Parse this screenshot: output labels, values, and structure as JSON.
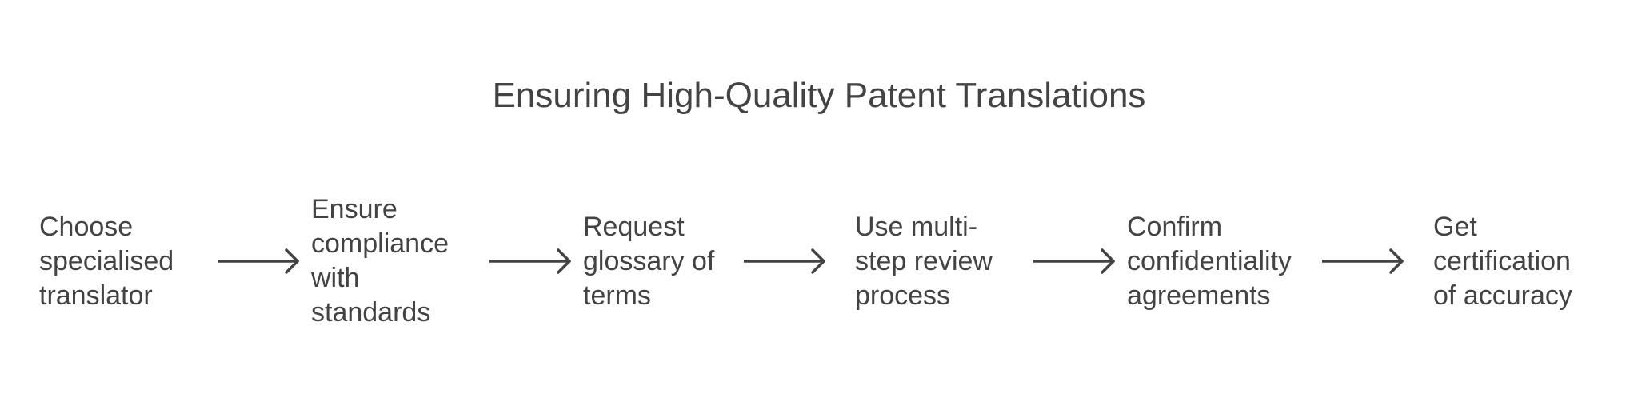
{
  "diagram": {
    "title": "Ensuring High-Quality Patent Translations",
    "steps": [
      {
        "label": "Choose\nspecialised\ntranslator"
      },
      {
        "label": "Ensure\ncompliance\nwith\nstandards"
      },
      {
        "label": "Request\nglossary of\nterms"
      },
      {
        "label": "Use multi-\nstep review\nprocess"
      },
      {
        "label": "Confirm\nconfidentiality\nagreements"
      },
      {
        "label": "Get\ncertification\nof accuracy"
      }
    ],
    "colors": {
      "text": "#434343",
      "arrow": "#434343",
      "background": "#ffffff"
    },
    "connector_icon": "arrow-right-icon"
  }
}
